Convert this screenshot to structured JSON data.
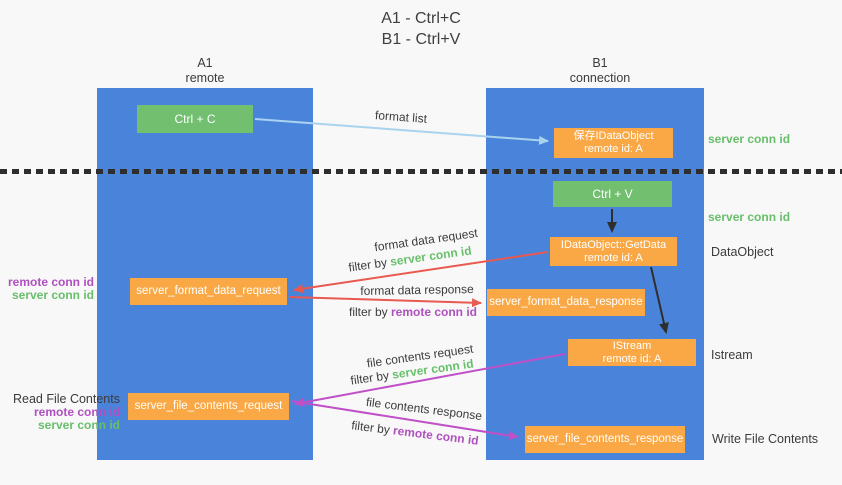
{
  "title": {
    "line1": "A1 - Ctrl+C",
    "line2": "B1 - Ctrl+V"
  },
  "lifelines": {
    "a1": {
      "name": "A1",
      "type": "remote"
    },
    "b1": {
      "name": "B1",
      "type": "connection"
    }
  },
  "boxes": {
    "ctrl_c": {
      "label": "Ctrl + C"
    },
    "ctrl_v": {
      "label": "Ctrl + V"
    },
    "save_idataobject": {
      "line1": "保存IDataObject",
      "line2": "remote id: A"
    },
    "getdata": {
      "line1": "IDataObject::GetData",
      "line2": "remote id: A"
    },
    "istream": {
      "line1": "IStream",
      "line2": "remote id: A"
    },
    "format_request": {
      "label": "server_format_data_request"
    },
    "format_response": {
      "label": "server_format_data_response"
    },
    "file_request": {
      "label": "server_file_contents_request"
    },
    "file_response": {
      "label": "server_file_contents_response"
    }
  },
  "left_labels": {
    "remote_conn_id_1": "remote conn id",
    "server_conn_id_1": "server conn id",
    "read_file_contents": "Read File Contents",
    "remote_conn_id_2": "remote conn id",
    "server_conn_id_2": "server conn id"
  },
  "right_labels": {
    "server_conn_id_1": "server conn id",
    "server_conn_id_2": "server conn id",
    "dataobject": "DataObject",
    "istream": "Istream",
    "write_file_contents": "Write File Contents"
  },
  "arrows": {
    "format_list": {
      "label": "format list"
    },
    "format_data_request": {
      "label": "format data request",
      "filter_prefix": "filter by ",
      "filter_value": "server conn id"
    },
    "format_data_response": {
      "label": "format data response",
      "filter_prefix": "filter by ",
      "filter_value": "remote conn id"
    },
    "file_contents_request": {
      "label": "file contents request",
      "filter_prefix": "filter by ",
      "filter_value": "server conn id"
    },
    "file_contents_response": {
      "label": "file contents response",
      "filter_prefix": "filter by ",
      "filter_value": "remote conn id"
    }
  },
  "colors": {
    "lifeline_blue": "#4a83da",
    "action_green": "#72bf6f",
    "message_orange": "#f9a845",
    "arrow_light_blue": "#a9d3ee",
    "arrow_red": "#e8594f",
    "arrow_magenta": "#c050c8",
    "arrow_black": "#2e2e2e",
    "server_conn_green": "#67bf6b",
    "remote_conn_purple": "#b050c0",
    "text_dark": "#3b3b3b",
    "background": "#f8f8f8"
  }
}
